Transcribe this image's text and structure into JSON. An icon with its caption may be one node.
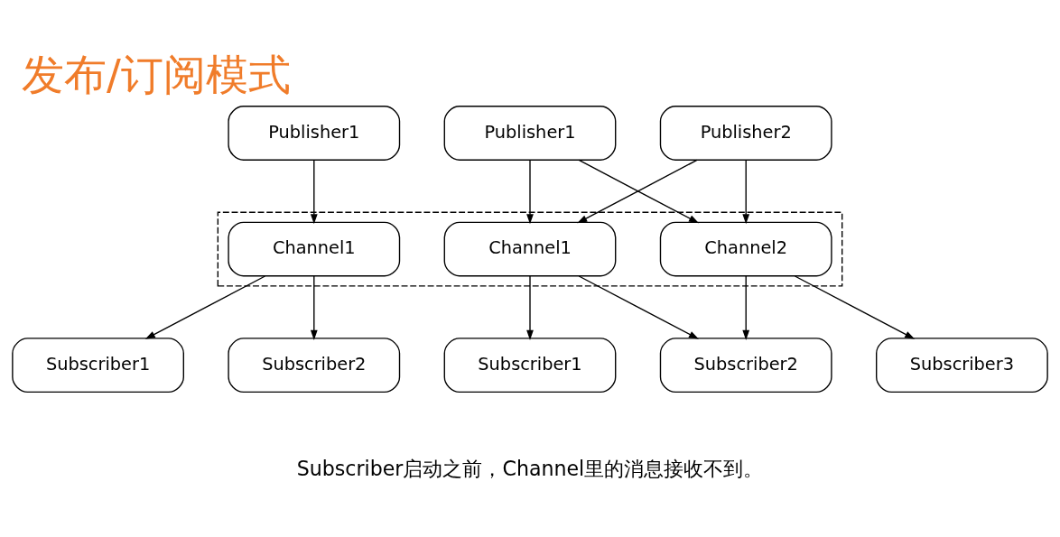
{
  "diagram": {
    "title": "发布/订阅模式",
    "caption": "Subscriber启动之前，Channel里的消息接收不到。",
    "nodes": [
      {
        "text": [
          "Publisher1"
        ]
      },
      {
        "text": [
          "Publisher1"
        ]
      },
      {
        "text": [
          "Publisher2"
        ]
      },
      {
        "text": [],
        "shape": "box"
      },
      {
        "text": [
          "Channel1"
        ],
        "in": 3
      },
      {
        "text": [
          "Channel1"
        ],
        "in": 3
      },
      {
        "text": [
          "Channel2"
        ],
        "in": 3
      },
      {
        "text": [
          "Subscriber1"
        ]
      },
      {
        "text": [
          "Subscriber2"
        ]
      },
      {
        "text": [
          "Subscriber1"
        ]
      },
      {
        "text": [
          "Subscriber2"
        ]
      },
      {
        "text": [
          "Subscriber3"
        ]
      }
    ],
    "edges": [
      {
        "from": 0,
        "to": 4,
        "arrow": "to"
      },
      {
        "from": 1,
        "to": 5,
        "arrow": "to"
      },
      {
        "from": 1,
        "to": 6,
        "arrow": "to"
      },
      {
        "from": 2,
        "to": 5,
        "arrow": "to"
      },
      {
        "from": 2,
        "to": 6,
        "arrow": "to"
      },
      {
        "from": 4,
        "to": 7,
        "arrow": "to"
      },
      {
        "from": 4,
        "to": 8,
        "arrow": "to"
      },
      {
        "from": 5,
        "to": 9,
        "arrow": "to"
      },
      {
        "from": 5,
        "to": 10,
        "arrow": "to"
      },
      {
        "from": 6,
        "to": 10,
        "arrow": "to"
      },
      {
        "from": 6,
        "to": 11,
        "arrow": "to"
      }
    ]
  }
}
